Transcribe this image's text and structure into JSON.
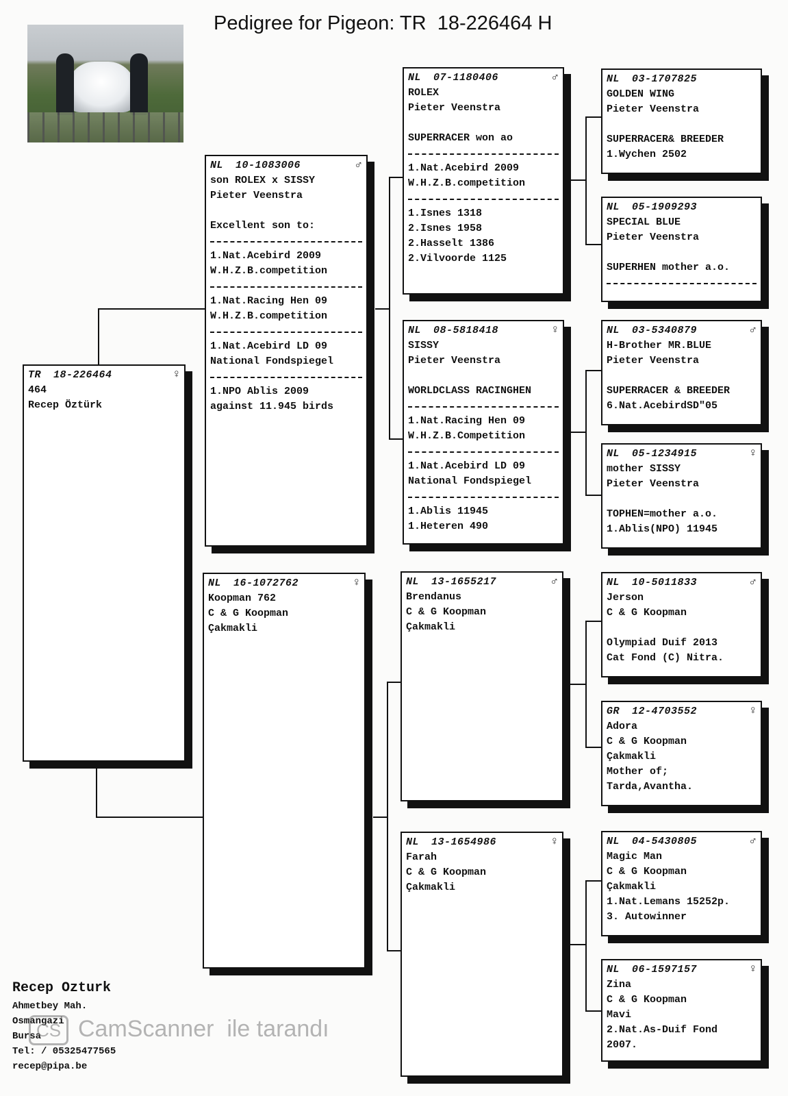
{
  "title": "Pedigree for Pigeon: TR  18-226464 H",
  "photo_alt": "",
  "cards": {
    "subject": {
      "country": "TR",
      "ring": "18-226464",
      "sex": "♀",
      "lines": [
        "464",
        "Recep Öztürk"
      ]
    },
    "sire": {
      "country": "NL",
      "ring": "10-1083006",
      "sex": "♂",
      "lines": [
        "son ROLEX x SISSY",
        "Pieter Veenstra",
        "",
        "Excellent son to:",
        "---",
        "1.Nat.Acebird 2009",
        "W.H.Z.B.competition",
        "---",
        "1.Nat.Racing Hen 09",
        "W.H.Z.B.competition",
        "---",
        "1.Nat.Acebird LD 09",
        "National Fondspiegel",
        "---",
        "1.NPO Ablis 2009",
        "against 11.945 birds"
      ]
    },
    "dam": {
      "country": "NL",
      "ring": "16-1072762",
      "sex": "♀",
      "lines": [
        "Koopman 762",
        "C & G Koopman",
        "Çakmakli"
      ]
    },
    "ss": {
      "country": "NL",
      "ring": "07-1180406",
      "sex": "♂",
      "lines": [
        "ROLEX",
        "Pieter Veenstra",
        "",
        "SUPERRACER won ao",
        "---",
        "1.Nat.Acebird 2009",
        "W.H.Z.B.competition",
        "---",
        "1.Isnes 1318",
        "2.Isnes 1958",
        "2.Hasselt 1386",
        "2.Vilvoorde 1125"
      ]
    },
    "sd": {
      "country": "NL",
      "ring": "08-5818418",
      "sex": "♀",
      "lines": [
        "SISSY",
        "Pieter Veenstra",
        "",
        "WORLDCLASS RACINGHEN",
        "---",
        "1.Nat.Racing Hen 09",
        "W.H.Z.B.Competition",
        "---",
        "1.Nat.Acebird LD 09",
        "National Fondspiegel",
        "---",
        "1.Ablis 11945",
        "1.Heteren 490"
      ]
    },
    "ds": {
      "country": "NL",
      "ring": "13-1655217",
      "sex": "♂",
      "lines": [
        "Brendanus",
        "C & G Koopman",
        "Çakmakli"
      ]
    },
    "dd": {
      "country": "NL",
      "ring": "13-1654986",
      "sex": "♀",
      "lines": [
        "Farah",
        "C & G Koopman",
        "Çakmakli"
      ]
    },
    "sss": {
      "country": "NL",
      "ring": "03-1707825",
      "sex": "",
      "lines": [
        "GOLDEN WING",
        "Pieter Veenstra",
        "",
        "SUPERRACER& BREEDER",
        "1.Wychen 2502"
      ]
    },
    "ssd": {
      "country": "NL",
      "ring": "05-1909293",
      "sex": "",
      "lines": [
        "SPECIAL BLUE",
        "Pieter Veenstra",
        "",
        "SUPERHEN mother a.o.",
        "---"
      ]
    },
    "sds": {
      "country": "NL",
      "ring": "03-5340879",
      "sex": "♂",
      "lines": [
        "H-Brother MR.BLUE",
        "Pieter Veenstra",
        "",
        "SUPERRACER & BREEDER",
        "6.Nat.AcebirdSD\"05"
      ]
    },
    "sdd": {
      "country": "NL",
      "ring": "05-1234915",
      "sex": "♀",
      "lines": [
        "mother SISSY",
        "Pieter Veenstra",
        "",
        "TOPHEN=mother a.o.",
        "1.Ablis(NPO) 11945"
      ]
    },
    "dss": {
      "country": "NL",
      "ring": "10-5011833",
      "sex": "♂",
      "lines": [
        "Jerson",
        "C & G Koopman",
        "",
        "Olympiad Duif 2013",
        "Cat Fond (C) Nitra."
      ]
    },
    "dsd": {
      "country": "GR",
      "ring": "12-4703552",
      "sex": "♀",
      "lines": [
        "Adora",
        "C & G Koopman",
        "Çakmakli",
        "Mother of;",
        "Tarda,Avantha."
      ]
    },
    "dds": {
      "country": "NL",
      "ring": "04-5430805",
      "sex": "♂",
      "lines": [
        "Magic Man",
        "C & G Koopman",
        "Çakmakli",
        "1.Nat.Lemans 15252p.",
        "3. Autowinner"
      ]
    },
    "ddd": {
      "country": "NL",
      "ring": "06-1597157",
      "sex": "♀",
      "lines": [
        "Zina",
        "C & G Koopman",
        "Mavi",
        "2.Nat.As-Duif Fond",
        "2007."
      ]
    }
  },
  "footer": {
    "name": "Recep Ozturk",
    "lines": [
      "Ahmetbey Mah.",
      "Osmangazi",
      "Bursa",
      "Tel:  / 05325477565",
      "recep@pipa.be"
    ]
  },
  "watermark": {
    "logo": "CS",
    "text": "CamScanner  ile tarandı"
  }
}
